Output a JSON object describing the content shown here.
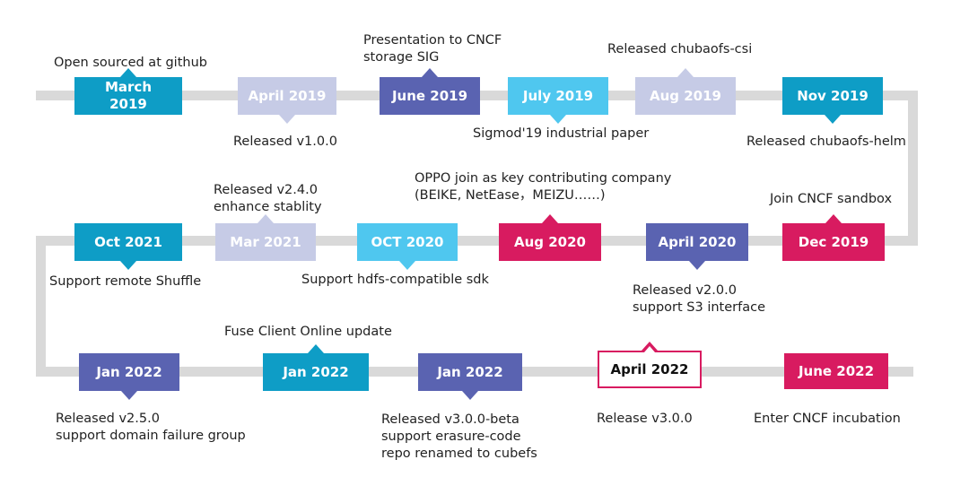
{
  "colors": {
    "teal": "#0e9dc6",
    "light_blue": "#4fc7ef",
    "lavender": "#c6cbe6",
    "indigo": "#5a63b1",
    "magenta": "#d81b60",
    "track": "#d9d9d9"
  },
  "milestones": [
    {
      "label": "March\n2019",
      "color": "#0e9dc6"
    },
    {
      "label": "April 2019",
      "color": "#c6cbe6"
    },
    {
      "label": "June 2019",
      "color": "#5a63b1"
    },
    {
      "label": "July 2019",
      "color": "#4fc7ef"
    },
    {
      "label": "Aug 2019",
      "color": "#c6cbe6"
    },
    {
      "label": "Nov 2019",
      "color": "#0e9dc6"
    },
    {
      "label": "Oct 2021",
      "color": "#0e9dc6"
    },
    {
      "label": "Mar 2021",
      "color": "#c6cbe6"
    },
    {
      "label": "OCT 2020",
      "color": "#4fc7ef"
    },
    {
      "label": "Aug 2020",
      "color": "#d81b60"
    },
    {
      "label": "April 2020",
      "color": "#5a63b1"
    },
    {
      "label": "Dec 2019",
      "color": "#d81b60"
    },
    {
      "label": "Jan 2022",
      "color": "#5a63b1"
    },
    {
      "label": "Jan 2022",
      "color": "#0e9dc6"
    },
    {
      "label": "Jan 2022",
      "color": "#5a63b1"
    },
    {
      "label": "April 2022",
      "color": "#d81b60"
    },
    {
      "label": "June 2022",
      "color": "#d81b60"
    }
  ],
  "annotations": [
    "Open sourced at github",
    "Released v1.0.0",
    "Presentation to CNCF\nstorage SIG",
    "Sigmod'19 industrial paper",
    "Released chubaofs-csi",
    "Released chubaofs-helm",
    "Support remote Shuffle",
    "Released v2.4.0\nenhance stablity",
    "Support hdfs-compatible sdk",
    "OPPO join as key contributing company\n(BEIKE, NetEase，MEIZU……)",
    "Released v2.0.0\nsupport S3 interface",
    "Join CNCF sandbox",
    "Released v2.5.0\nsupport domain failure group",
    "Fuse Client Online update",
    "Released v3.0.0-beta\nsupport erasure-code\nrepo renamed to cubefs",
    "Release v3.0.0",
    "Enter CNCF incubation"
  ]
}
